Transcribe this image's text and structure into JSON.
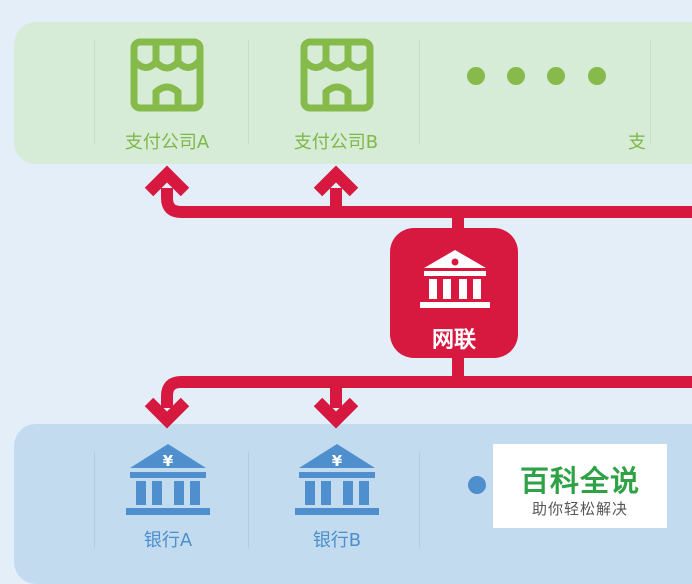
{
  "colors": {
    "background": "#e3eef8",
    "top_panel": "#d7ecd6",
    "bottom_panel": "#c3dbef",
    "line_red": "#d7183f",
    "store_green": "#86bb4b",
    "bank_blue": "#4f8fce",
    "watermark_green": "#2fa246"
  },
  "payment_companies": [
    {
      "label": "支付公司A",
      "icon": "store-icon"
    },
    {
      "label": "支付公司B",
      "icon": "store-icon"
    },
    {
      "label": "",
      "icon": "ellipsis-dots"
    },
    {
      "label": "支",
      "icon": "store-icon-partial"
    }
  ],
  "unionpay": {
    "label": "网联",
    "icon": "bank-building-icon"
  },
  "banks": [
    {
      "label": "银行A",
      "icon": "bank-yen-icon"
    },
    {
      "label": "银行B",
      "icon": "bank-yen-icon"
    },
    {
      "label": "",
      "icon": "ellipsis-dots"
    }
  ],
  "watermark": {
    "title": "百科全说",
    "subtitle": "助你轻松解决"
  }
}
